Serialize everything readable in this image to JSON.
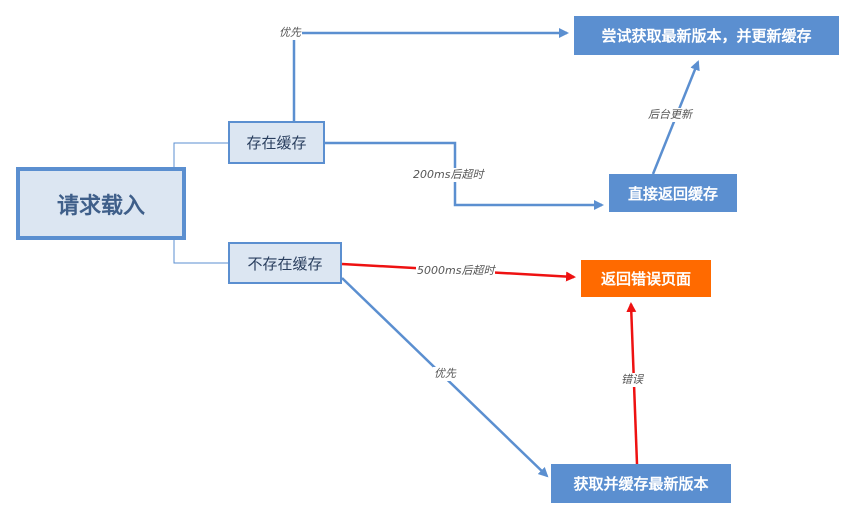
{
  "nodes": {
    "root": "请求载入",
    "cached": "存在缓存",
    "not_cached": "不存在缓存",
    "try_fetch_update": "尝试获取最新版本，并更新缓存",
    "return_cache": "直接返回缓存",
    "fetch_and_cache": "获取并缓存最新版本",
    "error_page": "返回错误页面"
  },
  "edge_labels": {
    "cached_priority": "优先",
    "cached_timeout": "200ms后超时",
    "background_update": "后台更新",
    "nocache_timeout": "5000ms后超时",
    "nocache_priority": "优先",
    "error": "错误"
  },
  "colors": {
    "node_light_fill": "#dce6f2",
    "node_border": "#5b8fd0",
    "node_blue_fill": "#5b8fd0",
    "node_error_fill": "#ff6a00",
    "edge_blue": "#5b8fd0",
    "edge_red": "#ee1111"
  }
}
